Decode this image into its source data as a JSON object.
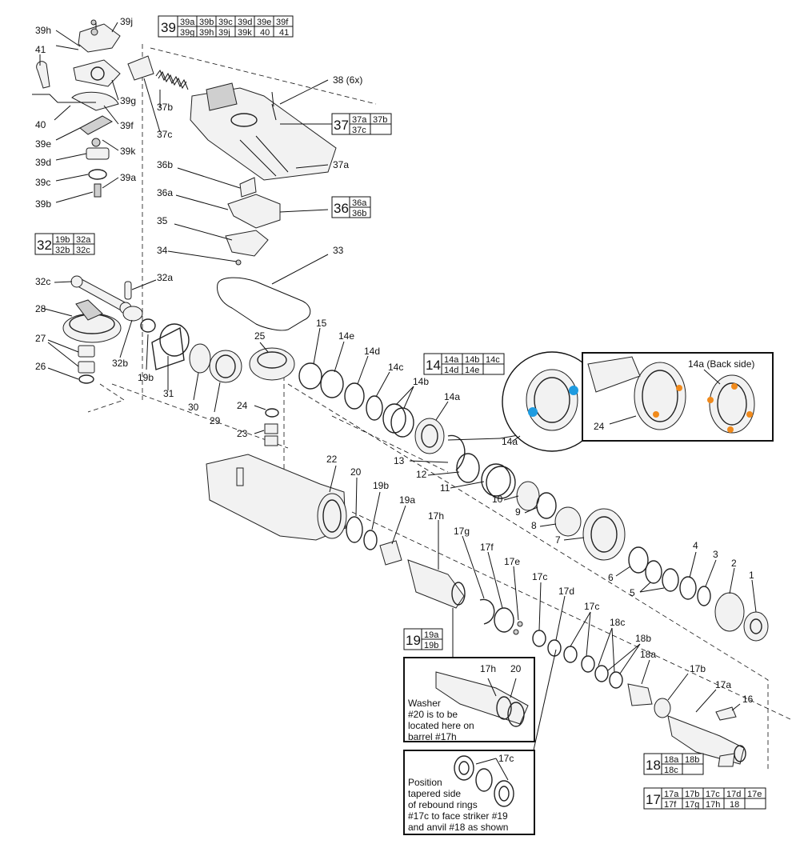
{
  "labels": {
    "p1": "1",
    "p2": "2",
    "p3": "3",
    "p4": "4",
    "p5": "5",
    "p6": "6",
    "p7": "7",
    "p8": "8",
    "p9": "9",
    "p10": "10",
    "p11": "11",
    "p12": "12",
    "p13": "13",
    "p14a": "14a",
    "p14a2": "14a",
    "p14b": "14b",
    "p14c": "14c",
    "p14d": "14d",
    "p14e": "14e",
    "p15": "15",
    "p16": "16",
    "p17a": "17a",
    "p17b": "17b",
    "p17c": "17c",
    "p17c2": "17c",
    "p17d": "17d",
    "p17e": "17e",
    "p17f": "17f",
    "p17g": "17g",
    "p17h": "17h",
    "p18a": "18a",
    "p18b": "18b",
    "p18c": "18c",
    "p19a": "19a",
    "p19b": "19b",
    "p19b2": "19b",
    "p20": "20",
    "p22": "22",
    "p23": "23",
    "p24": "24",
    "p24b": "24",
    "p25": "25",
    "p26": "26",
    "p27": "27",
    "p28": "28",
    "p29": "29",
    "p30": "30",
    "p31": "31",
    "p32a": "32a",
    "p32b": "32b",
    "p32c": "32c",
    "p33": "33",
    "p34": "34",
    "p35": "35",
    "p36a": "36a",
    "p36b": "36b",
    "p37a": "37a",
    "p37b": "37b",
    "p37c": "37c",
    "p38": "38 (6x)",
    "p39a": "39a",
    "p39b": "39b",
    "p39c": "39c",
    "p39d": "39d",
    "p39e": "39e",
    "p39f": "39f",
    "p39g": "39g",
    "p39h": "39h",
    "p39j": "39j",
    "p39k": "39k",
    "p40": "40",
    "p41": "41",
    "p14aback": "14a (Back side)"
  },
  "kits": {
    "k39": {
      "num": "39",
      "row1": [
        "39a",
        "39b",
        "39c",
        "39d",
        "39e",
        "39f"
      ],
      "row2": [
        "39g",
        "39h",
        "39j",
        "39k",
        "40",
        "41"
      ]
    },
    "k37": {
      "num": "37",
      "row1": [
        "37a",
        "37b"
      ],
      "row2": [
        "37c",
        ""
      ]
    },
    "k36": {
      "num": "36",
      "row1": [
        "36a"
      ],
      "row2": [
        "36b"
      ]
    },
    "k32": {
      "num": "32",
      "row1": [
        "19b",
        "32a"
      ],
      "row2": [
        "32b",
        "32c"
      ]
    },
    "k14": {
      "num": "14",
      "row1": [
        "14a",
        "14b",
        "14c"
      ],
      "row2": [
        "14d",
        "14e",
        ""
      ]
    },
    "k19": {
      "num": "19",
      "row1": [
        "19a"
      ],
      "row2": [
        "19b"
      ]
    },
    "k18": {
      "num": "18",
      "row1": [
        "18a",
        "18b"
      ],
      "row2": [
        "18c",
        ""
      ]
    },
    "k17": {
      "num": "17",
      "row1": [
        "17a",
        "17b",
        "17c",
        "17d",
        "17e"
      ],
      "row2": [
        "17f",
        "17g",
        "17h",
        "18",
        ""
      ]
    }
  },
  "notes": {
    "washer": [
      "Washer",
      "#20 is to be",
      "located here on",
      "barrel #17h"
    ],
    "washer_labels": {
      "a": "17h",
      "b": "20"
    },
    "rebound": [
      "Position",
      "tapered side",
      "of rebound rings",
      "#17c to face striker #19",
      "and anvil #18 as shown"
    ],
    "rebound_label": "17c"
  },
  "colors": {
    "accent_blue": "#1e9be0",
    "accent_orange": "#f08a1c",
    "line": "#111111"
  }
}
